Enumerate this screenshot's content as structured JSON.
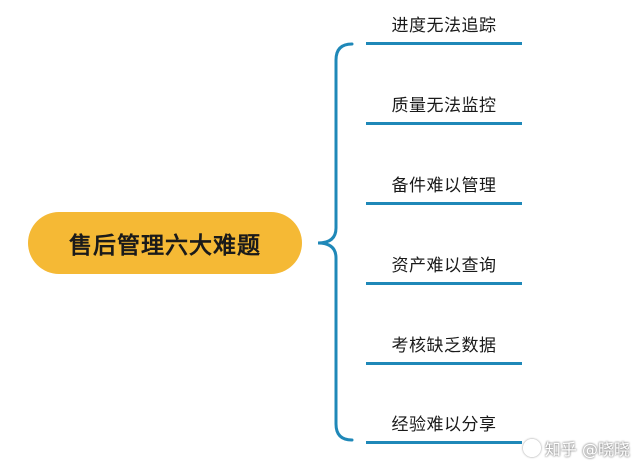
{
  "mindmap": {
    "root": {
      "label": "售后管理六大难题"
    },
    "branches": [
      {
        "label": "进度无法追踪"
      },
      {
        "label": "质量无法监控"
      },
      {
        "label": "备件难以管理"
      },
      {
        "label": "资产难以查询"
      },
      {
        "label": "考核缺乏数据"
      },
      {
        "label": "经验难以分享"
      }
    ]
  },
  "colors": {
    "root_fill": "#f5b935",
    "connector": "#1f88b8"
  },
  "watermark": {
    "text": "知乎 @晓晓"
  }
}
